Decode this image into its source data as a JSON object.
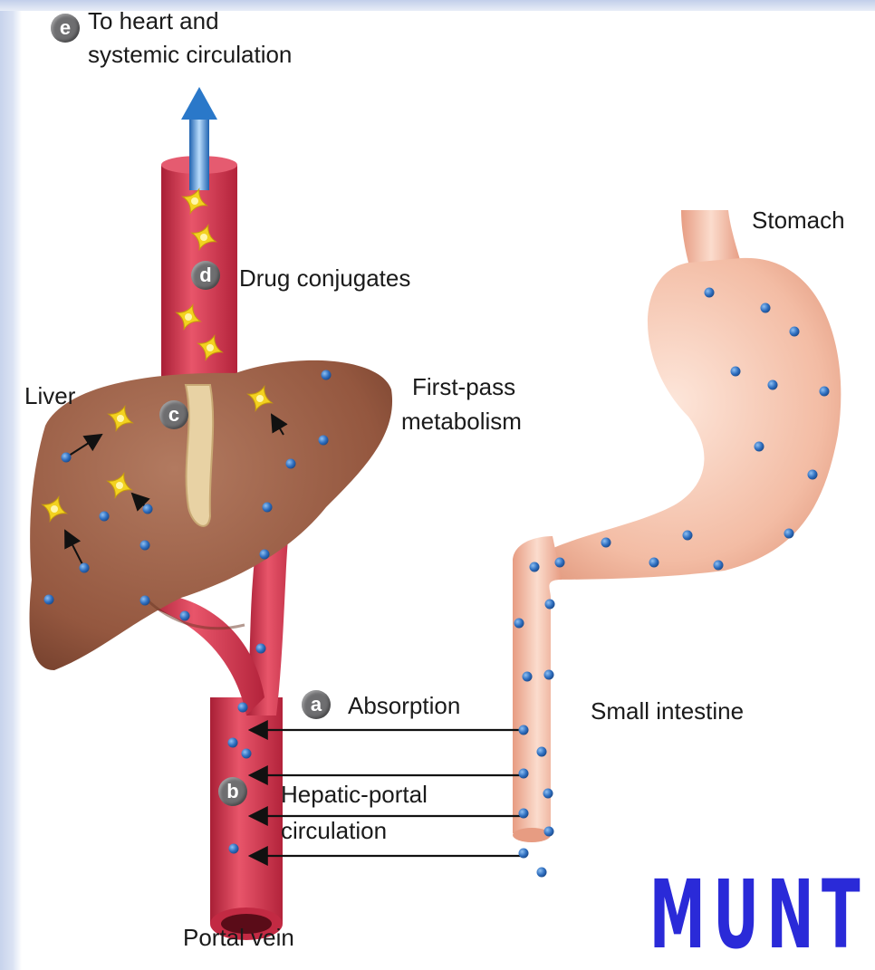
{
  "labels": {
    "to_heart": "To heart and",
    "to_heart_line2": "systemic circulation",
    "stomach": "Stomach",
    "drug_conjugates": "Drug conjugates",
    "liver": "Liver",
    "first_pass_line1": "First-pass",
    "first_pass_line2": "metabolism",
    "absorption": "Absorption",
    "small_intestine": "Small intestine",
    "hepatic_portal_line1": "Hepatic-portal",
    "hepatic_portal_line2": "circulation",
    "portal_vein": "Portal vein"
  },
  "badges": {
    "a": "a",
    "b": "b",
    "c": "c",
    "d": "d",
    "e": "e"
  },
  "logo_text": "MUNT",
  "colors": {
    "vein": "#d6314d",
    "vein_dark": "#a11c33",
    "liver": "#9b5e45",
    "stomach": "#f2b9a0",
    "drug_particle": "#2f6fc0",
    "conjugate": "#f3d21f",
    "arrow": "#2a78c9",
    "badge": "#6e6e70",
    "logo": "#2a2ad8"
  }
}
